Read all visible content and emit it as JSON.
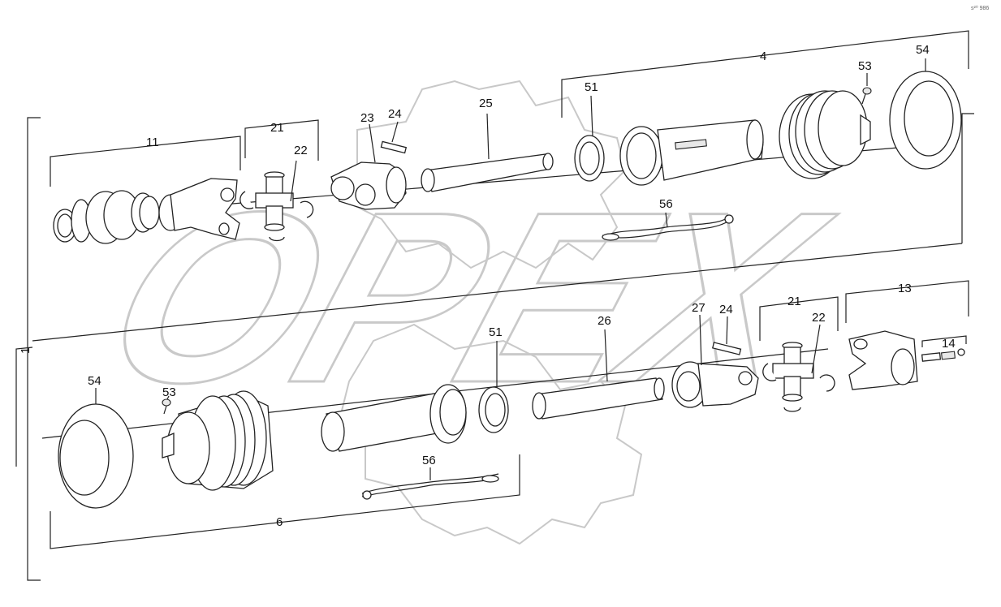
{
  "diagram": {
    "corner_code": "s²⁰ 986",
    "watermark_text": "OPEX",
    "upper_assembly_label": "4",
    "lower_assembly_label": "6",
    "outer_assembly_label": "1",
    "callouts_upper": [
      "11",
      "21",
      "22",
      "23",
      "24",
      "25",
      "51",
      "53",
      "54",
      "56"
    ],
    "callouts_lower": [
      "54",
      "53",
      "51",
      "26",
      "27",
      "24",
      "21",
      "22",
      "13",
      "14",
      "56"
    ]
  }
}
